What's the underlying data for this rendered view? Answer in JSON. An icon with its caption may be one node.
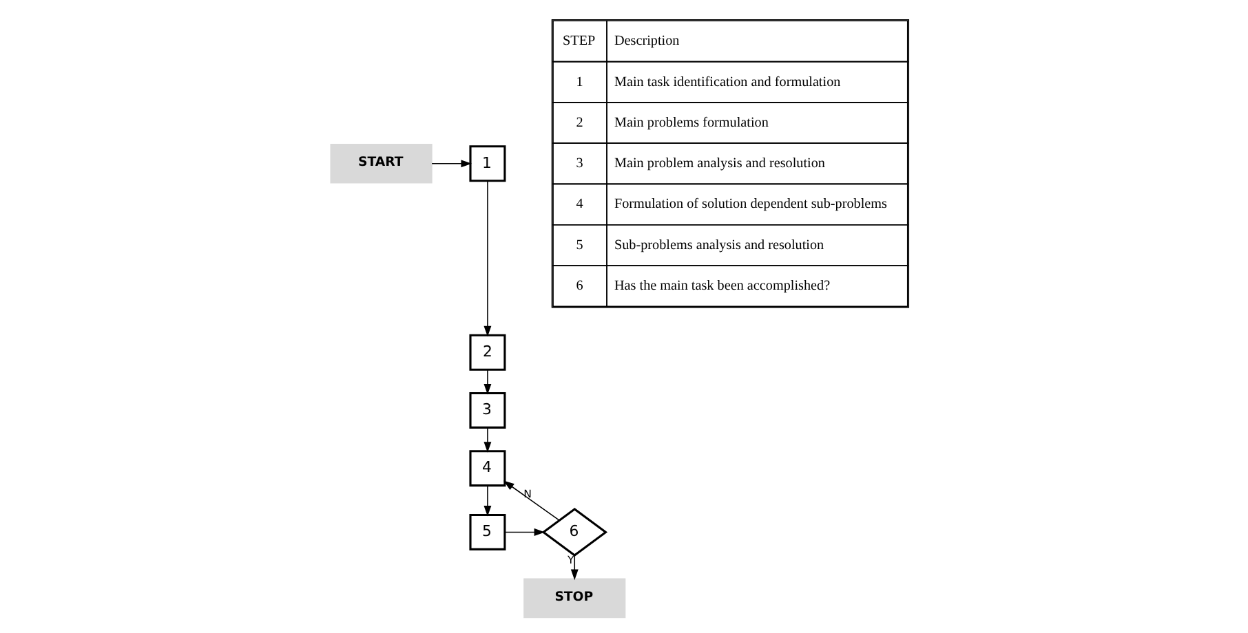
{
  "diagram": {
    "nodes": [
      {
        "text": [
          "START"
        ]
      },
      {
        "text": [
          "1"
        ]
      },
      {
        "text": [
          "2"
        ]
      },
      {
        "text": [
          "3"
        ]
      },
      {
        "text": [
          "4"
        ]
      },
      {
        "text": [
          "5"
        ]
      },
      {
        "text": [
          "6"
        ]
      },
      {
        "text": [
          "STOP"
        ]
      }
    ],
    "edges": [
      {
        "from": 0,
        "to": 1,
        "arrow": "to"
      },
      {
        "from": 1,
        "to": 2,
        "arrow": "to"
      },
      {
        "from": 2,
        "to": 3,
        "arrow": "to"
      },
      {
        "from": 3,
        "to": 4,
        "arrow": "to"
      },
      {
        "from": 4,
        "to": 5,
        "arrow": "to"
      },
      {
        "from": 5,
        "to": 6,
        "arrow": "to"
      },
      {
        "from": 6,
        "to": 4,
        "label": "N",
        "arrow": "to"
      },
      {
        "from": 6,
        "to": 7,
        "label": "Y",
        "arrow": "to"
      }
    ],
    "labels": [
      "STEP",
      "Description",
      "1",
      "Main task identification and formulation",
      "2",
      "Main problems formulation",
      "3",
      "Main problem analysis and resolution",
      "4",
      "Formulation of solution dependent sub-problems",
      "5",
      "Sub-problems analysis and resolution",
      "6",
      "Has the main task been accomplished?"
    ]
  }
}
